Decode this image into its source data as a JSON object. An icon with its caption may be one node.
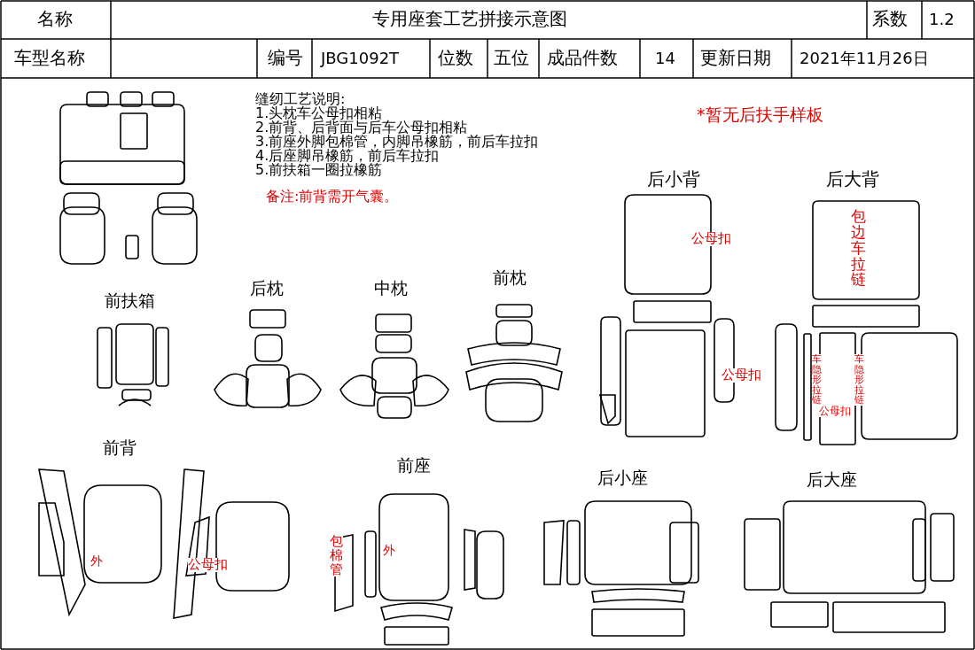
{
  "diagram": {
    "labels": [
      "名称",
      "专用座套工艺拼接示意图",
      "系数",
      "1.2",
      "车型名称",
      "编号",
      "JBG1092T",
      "位数",
      "五位",
      "成品件数",
      "14",
      "更新日期",
      "2021年11月26日",
      "缝纫工艺说明:",
      "1.头枕车公母扣相粘",
      "2.前背、后背面与后车公母扣相粘",
      "3.前座外脚包棉管，内脚吊橡筋，前后车拉扣",
      "4.后座脚吊橡筋，前后车拉扣",
      "5.前扶箱一圈拉橡筋",
      "备注:前背需开气囊。",
      "*暂无后扶手样板",
      "后小背",
      "后大背",
      "公母扣",
      "包边车拉链",
      "前扶箱",
      "后枕",
      "中枕",
      "前枕",
      "公母扣",
      "车隐形拉链",
      "车隐形拉链",
      "公母扣",
      "前背",
      "前座",
      "后小座",
      "后大座",
      "外",
      "公母扣",
      "包棉管",
      "外"
    ]
  }
}
